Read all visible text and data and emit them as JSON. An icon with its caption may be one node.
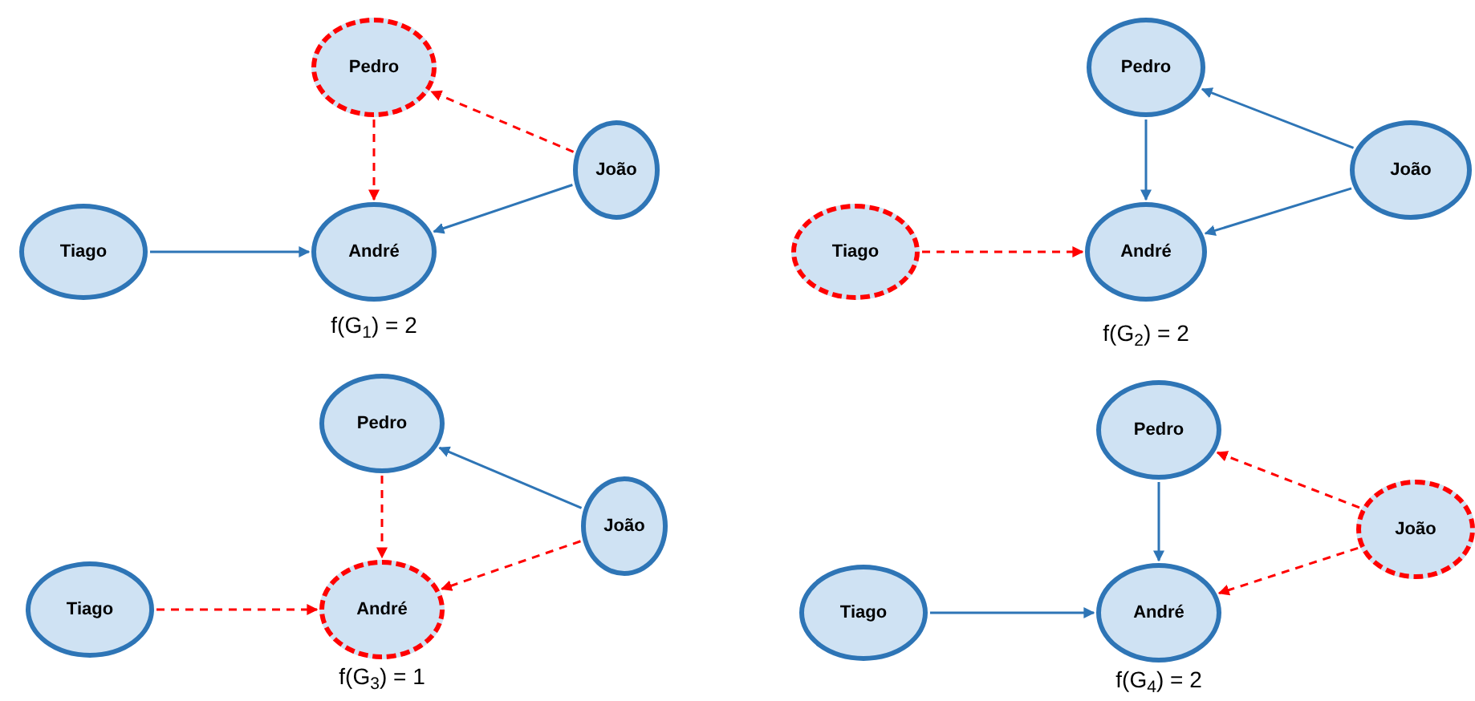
{
  "diagram": {
    "nodes": [
      {
        "text": [
          "Pedro"
        ]
      },
      {
        "text": [
          "João"
        ]
      },
      {
        "text": [
          "Tiago"
        ]
      },
      {
        "text": [
          "André"
        ]
      },
      {
        "text": [
          "Pedro"
        ]
      },
      {
        "text": [
          "João"
        ]
      },
      {
        "text": [
          "Tiago"
        ]
      },
      {
        "text": [
          "André"
        ]
      },
      {
        "text": [
          "Pedro"
        ]
      },
      {
        "text": [
          "João"
        ]
      },
      {
        "text": [
          "Tiago"
        ]
      },
      {
        "text": [
          "André"
        ]
      },
      {
        "text": [
          "Pedro"
        ]
      },
      {
        "text": [
          "João"
        ]
      },
      {
        "text": [
          "Tiago"
        ]
      },
      {
        "text": [
          "André"
        ]
      }
    ],
    "edges": [
      {
        "from": 1,
        "to": 0,
        "arrow": "to",
        "style": "dashed",
        "color": "#ff0000"
      },
      {
        "from": 0,
        "to": 3,
        "arrow": "to",
        "style": "dashed",
        "color": "#ff0000"
      },
      {
        "from": 1,
        "to": 3,
        "arrow": "to",
        "color": "#2e75b6"
      },
      {
        "from": 2,
        "to": 3,
        "arrow": "to",
        "color": "#2e75b6"
      },
      {
        "from": 5,
        "to": 4,
        "arrow": "to",
        "color": "#2e75b6"
      },
      {
        "from": 4,
        "to": 7,
        "arrow": "to",
        "color": "#2e75b6"
      },
      {
        "from": 5,
        "to": 7,
        "arrow": "to",
        "color": "#2e75b6"
      },
      {
        "from": 6,
        "to": 7,
        "arrow": "to",
        "style": "dashed",
        "color": "#ff0000"
      },
      {
        "from": 9,
        "to": 8,
        "arrow": "to",
        "color": "#2e75b6"
      },
      {
        "from": 8,
        "to": 11,
        "arrow": "to",
        "style": "dashed",
        "color": "#ff0000"
      },
      {
        "from": 9,
        "to": 11,
        "arrow": "to",
        "style": "dashed",
        "color": "#ff0000"
      },
      {
        "from": 10,
        "to": 11,
        "arrow": "to",
        "style": "dashed",
        "color": "#ff0000"
      },
      {
        "from": 13,
        "to": 12,
        "arrow": "to",
        "style": "dashed",
        "color": "#ff0000"
      },
      {
        "from": 12,
        "to": 15,
        "arrow": "to",
        "color": "#2e75b6"
      },
      {
        "from": 13,
        "to": 15,
        "arrow": "to",
        "style": "dashed",
        "color": "#ff0000"
      },
      {
        "from": 14,
        "to": 15,
        "arrow": "to",
        "color": "#2e75b6"
      }
    ],
    "labels": [
      "f(G$_{1}$) = 2",
      "f(G$_{2}$) = 2",
      "f(G$_{3}$) = 1",
      "f(G$_{4}$) = 2"
    ]
  }
}
